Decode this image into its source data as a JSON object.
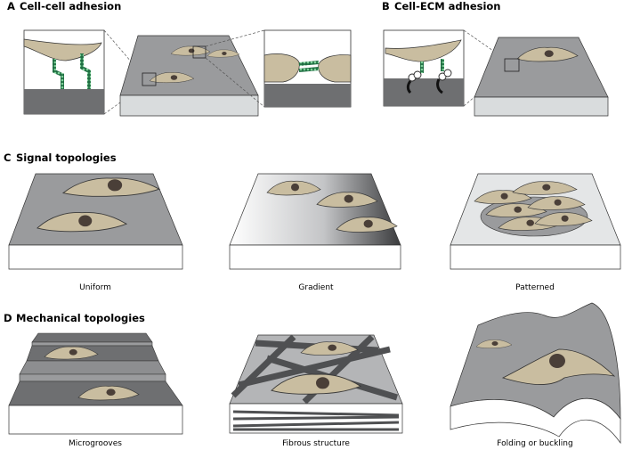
{
  "panels": {
    "a": {
      "letter": "A",
      "title": "Cell-cell adhesion"
    },
    "b": {
      "letter": "B",
      "title": "Cell-ECM adhesion"
    },
    "c": {
      "letter": "C",
      "title": "Signal topologies",
      "captions": [
        "Uniform",
        "Gradient",
        "Patterned"
      ]
    },
    "d": {
      "letter": "D",
      "title": "Mechanical topologies",
      "captions": [
        "Microgrooves",
        "Fibrous structure",
        "Folding or buckling"
      ]
    }
  },
  "colors": {
    "substrate_top": "#9a9b9d",
    "substrate_side": "#d9dcdd",
    "cell_body": "#c9bda0",
    "nucleus": "#4a3f38",
    "adhesion_green": "#2e8b57",
    "groove_dark": "#6e6f71",
    "fiber": "#4f5052"
  },
  "icons": [
    "cell-icon",
    "nucleus-icon",
    "adhesion-molecule-icon",
    "integrin-icon",
    "magnifier-box-icon"
  ]
}
